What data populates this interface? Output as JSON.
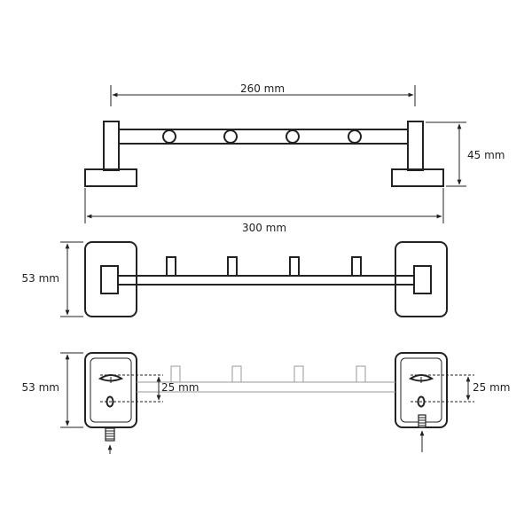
{
  "diagram": {
    "top_view": {
      "width_label": "260 mm",
      "height_label": "45 mm",
      "total_width_label": "300 mm"
    },
    "front_view": {
      "height_label": "53 mm"
    },
    "mounting_view": {
      "height_label": "53 mm",
      "hole_spacing_left_label": "25 mm",
      "hole_spacing_right_label": "25 mm"
    }
  }
}
